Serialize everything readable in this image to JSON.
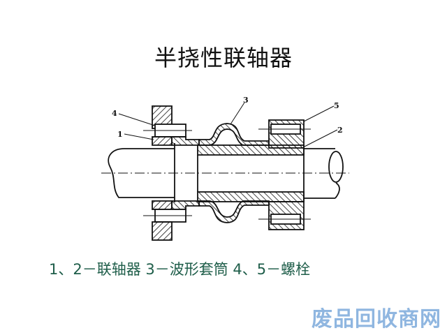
{
  "slide": {
    "title": "半挠性联轴器",
    "caption": "1、2－联轴器 3－波形套筒 4、5－螺栓"
  },
  "diagram": {
    "part_labels": [
      "1",
      "2",
      "3",
      "4",
      "5"
    ]
  },
  "watermark": "废品回收商网"
}
